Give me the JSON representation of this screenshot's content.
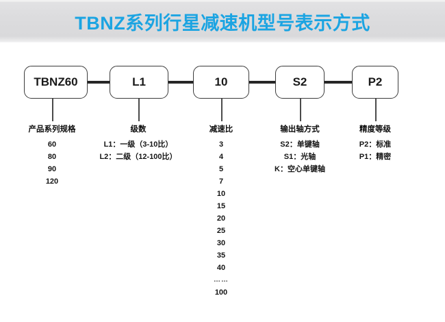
{
  "header": {
    "title": "TBNZ系列行星减速机型号表示方式",
    "title_color": "#1ba4e2",
    "band_color": "#dcdcde"
  },
  "diagram": {
    "type": "model-code-breakdown",
    "boxes": [
      {
        "code": "TBNZ60"
      },
      {
        "code": "L1"
      },
      {
        "code": "10"
      },
      {
        "code": "S2"
      },
      {
        "code": "P2"
      }
    ],
    "columns": [
      {
        "head": "产品系列规格",
        "items": [
          "60",
          "80",
          "90",
          "120"
        ]
      },
      {
        "head": "级数",
        "items": [
          "L1：一级（3-10比）",
          "L2：二级（12-100比）"
        ]
      },
      {
        "head": "减速比",
        "items": [
          "3",
          "4",
          "5",
          "7",
          "10",
          "15",
          "20",
          "25",
          "30",
          "35",
          "40",
          "……",
          "100"
        ]
      },
      {
        "head": "输出轴方式",
        "items": [
          "S2：单键轴",
          "S1：光轴",
          "K：空心单键轴"
        ]
      },
      {
        "head": "精度等级",
        "items": [
          "P2：标准",
          "P1：精密"
        ]
      }
    ]
  }
}
